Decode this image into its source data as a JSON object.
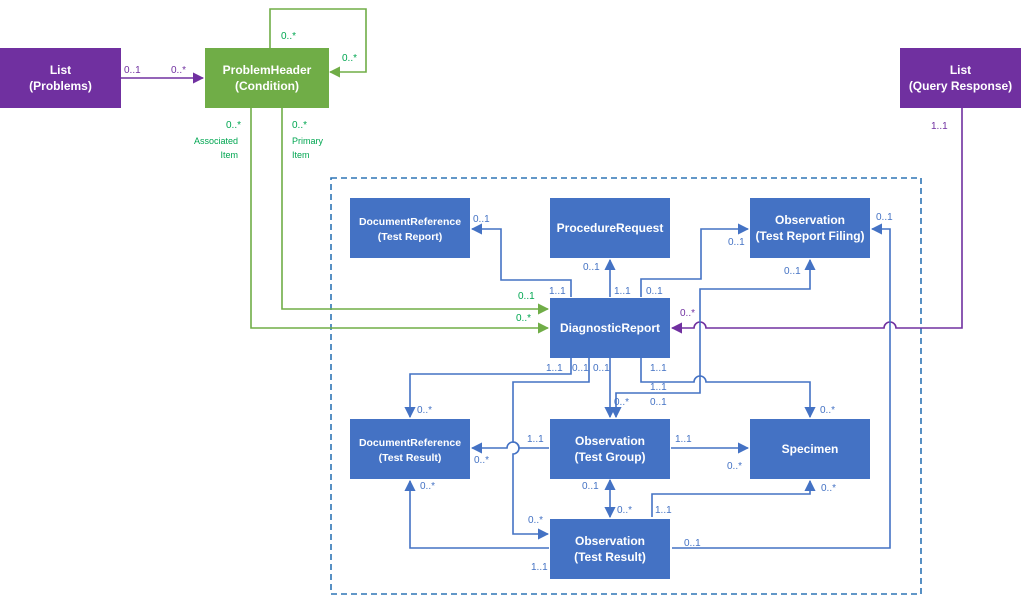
{
  "colors": {
    "purple": "#7030A0",
    "green": "#70AD47",
    "blue": "#4472C4",
    "dashed_border": "#2E75B6",
    "node_text": "#ffffff",
    "green_label": "#00A651",
    "blue_label": "#4472C4",
    "purple_label": "#7030A0"
  },
  "nodes": {
    "list_problems": {
      "line1": "List",
      "line2": "(Problems)"
    },
    "problem_header": {
      "line1": "ProblemHeader",
      "line2": "(Condition)"
    },
    "list_query": {
      "line1": "List",
      "line2": "(Query Response)"
    },
    "docref_report": {
      "line1": "DocumentReference",
      "line2": "(Test Report)"
    },
    "procedure_request": {
      "line1": "ProcedureRequest"
    },
    "obs_filing": {
      "line1": "Observation",
      "line2": "(Test Report Filing)"
    },
    "diagnostic_report": {
      "line1": "DiagnosticReport"
    },
    "docref_result": {
      "line1": "DocumentReference",
      "line2": "(Test Result)"
    },
    "obs_group": {
      "line1": "Observation",
      "line2": "(Test Group)"
    },
    "specimen": {
      "line1": "Specimen"
    },
    "obs_result": {
      "line1": "Observation",
      "line2": "(Test Result)"
    }
  },
  "labels": {
    "lp_src": "0..1",
    "lp_dst": "0..*",
    "ph_self_top": "0..*",
    "ph_self_right": "0..*",
    "assoc_mult": "0..*",
    "assoc_text1": "Associated",
    "assoc_text2": "Item",
    "primary_mult": "0..*",
    "primary_text1": "Primary",
    "primary_text2": "Item",
    "query_mult": "1..1",
    "dr_primary_in": "0..1",
    "dr_assoc_in": "0..*",
    "dr_query_in": "0..*",
    "docrep_mult": "0..1",
    "dr_to_docrep": "1..1",
    "proc_mult": "0..1",
    "dr_to_proc": "1..1",
    "dr_to_filing": "0..1",
    "filing_in": "0..1",
    "filing_below": "0..1",
    "filing_right": "0..1",
    "dr_bl1": "1..1",
    "dr_bl2": "0..1",
    "dr_bl3": "0..1",
    "dr_bl4": "1..1",
    "dr_br": "1..1",
    "docres_top": "0..*",
    "grp_top_a": "0..*",
    "grp_top_b": "0..1",
    "spec_top": "0..*",
    "grp_left": "1..1",
    "docres_right": "0..*",
    "grp_right": "1..1",
    "spec_left": "0..*",
    "grp_bottom": "0..1",
    "res_top": "0..*",
    "docres_bottom": "0..*",
    "res_left_in": "0..*",
    "res_top_right": "1..1",
    "spec_bottom": "0..*",
    "res_right": "0..1",
    "res_bottom_left": "1..1"
  }
}
